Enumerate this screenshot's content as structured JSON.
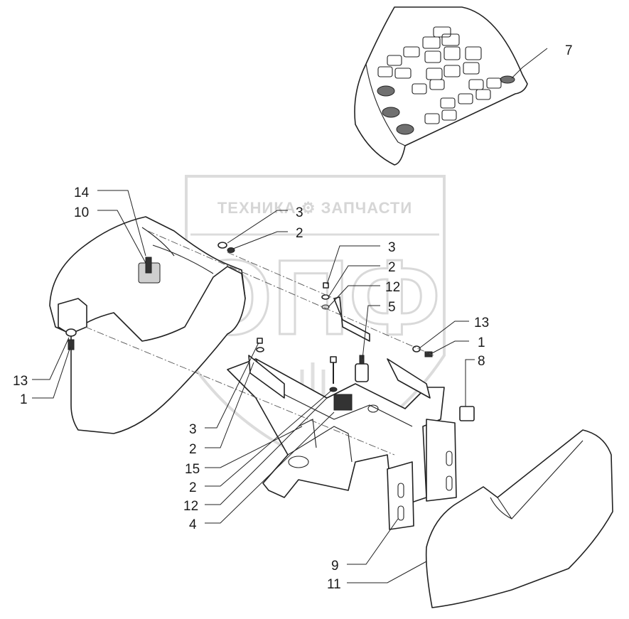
{
  "watermark": {
    "brand_text": "ТЕХНИКА ⚙ ЗАПЧАСТИ",
    "logo_text": "ОПФ"
  },
  "callouts": [
    {
      "id": "c7",
      "label": "7"
    },
    {
      "id": "c14",
      "label": "14"
    },
    {
      "id": "c10",
      "label": "10"
    },
    {
      "id": "c3a",
      "label": "3"
    },
    {
      "id": "c2a",
      "label": "2"
    },
    {
      "id": "c3b",
      "label": "3"
    },
    {
      "id": "c2b",
      "label": "2"
    },
    {
      "id": "c12a",
      "label": "12"
    },
    {
      "id": "c5",
      "label": "5"
    },
    {
      "id": "c13r",
      "label": "13"
    },
    {
      "id": "c1r",
      "label": "1"
    },
    {
      "id": "c8",
      "label": "8"
    },
    {
      "id": "c13l",
      "label": "13"
    },
    {
      "id": "c1l",
      "label": "1"
    },
    {
      "id": "c3c",
      "label": "3"
    },
    {
      "id": "c2c",
      "label": "2"
    },
    {
      "id": "c15",
      "label": "15"
    },
    {
      "id": "c2d",
      "label": "2"
    },
    {
      "id": "c12b",
      "label": "12"
    },
    {
      "id": "c4",
      "label": "4"
    },
    {
      "id": "c9",
      "label": "9"
    },
    {
      "id": "c11",
      "label": "11"
    }
  ]
}
